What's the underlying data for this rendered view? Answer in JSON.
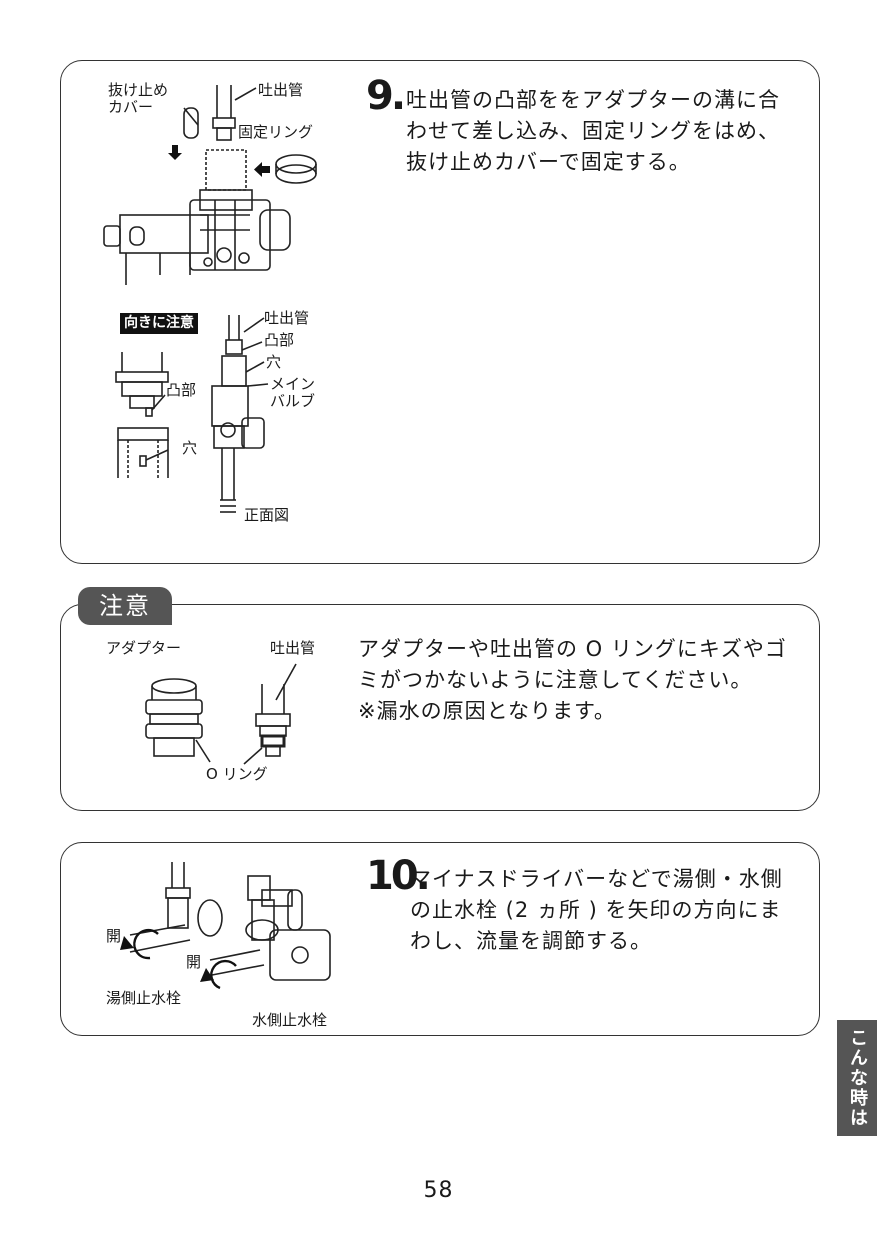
{
  "step9": {
    "number": "9.",
    "lines": [
      "吐出管の凸部ををアダプターの溝に合",
      "わせて差し込み、固定リングをはめ、",
      "抜け止めカバーで固定する。"
    ],
    "labels": {
      "cover_line1": "抜け止め",
      "cover_line2": "カバー",
      "spout": "吐出管",
      "ring": "固定リング",
      "attention": "向きに注意",
      "spout2": "吐出管",
      "boss": "凸部",
      "boss_left": "凸部",
      "hole": "穴",
      "hole_left": "穴",
      "main_valve_line1": "メイン",
      "main_valve_line2": "バルブ",
      "front_view": "正面図"
    }
  },
  "caution": {
    "tag": "注意",
    "labels": {
      "adapter": "アダプター",
      "spout": "吐出管",
      "oring": "O リング"
    },
    "lines": [
      "アダプターや吐出管の O リングにキズやゴ",
      "ミがつかないように注意してください。",
      "※漏水の原因となります。"
    ]
  },
  "step10": {
    "number": "10.",
    "lines": [
      "マイナスドライバーなどで湯側・水側",
      "の止水栓 (2 ヵ所 ) を矢印の方向にま",
      "わし、流量を調節する。"
    ],
    "labels": {
      "open1": "開",
      "open2": "開",
      "hot_valve": "湯側止水栓",
      "cold_valve": "水側止水栓"
    }
  },
  "side_tab": "こんな時は",
  "page_number": "58",
  "colors": {
    "tag_bg": "#555555",
    "border": "#333333",
    "text": "#1a1a1a"
  },
  "icons": [
    "arrow-down-icon",
    "arrow-left-icon",
    "rotate-arrow-icon"
  ]
}
